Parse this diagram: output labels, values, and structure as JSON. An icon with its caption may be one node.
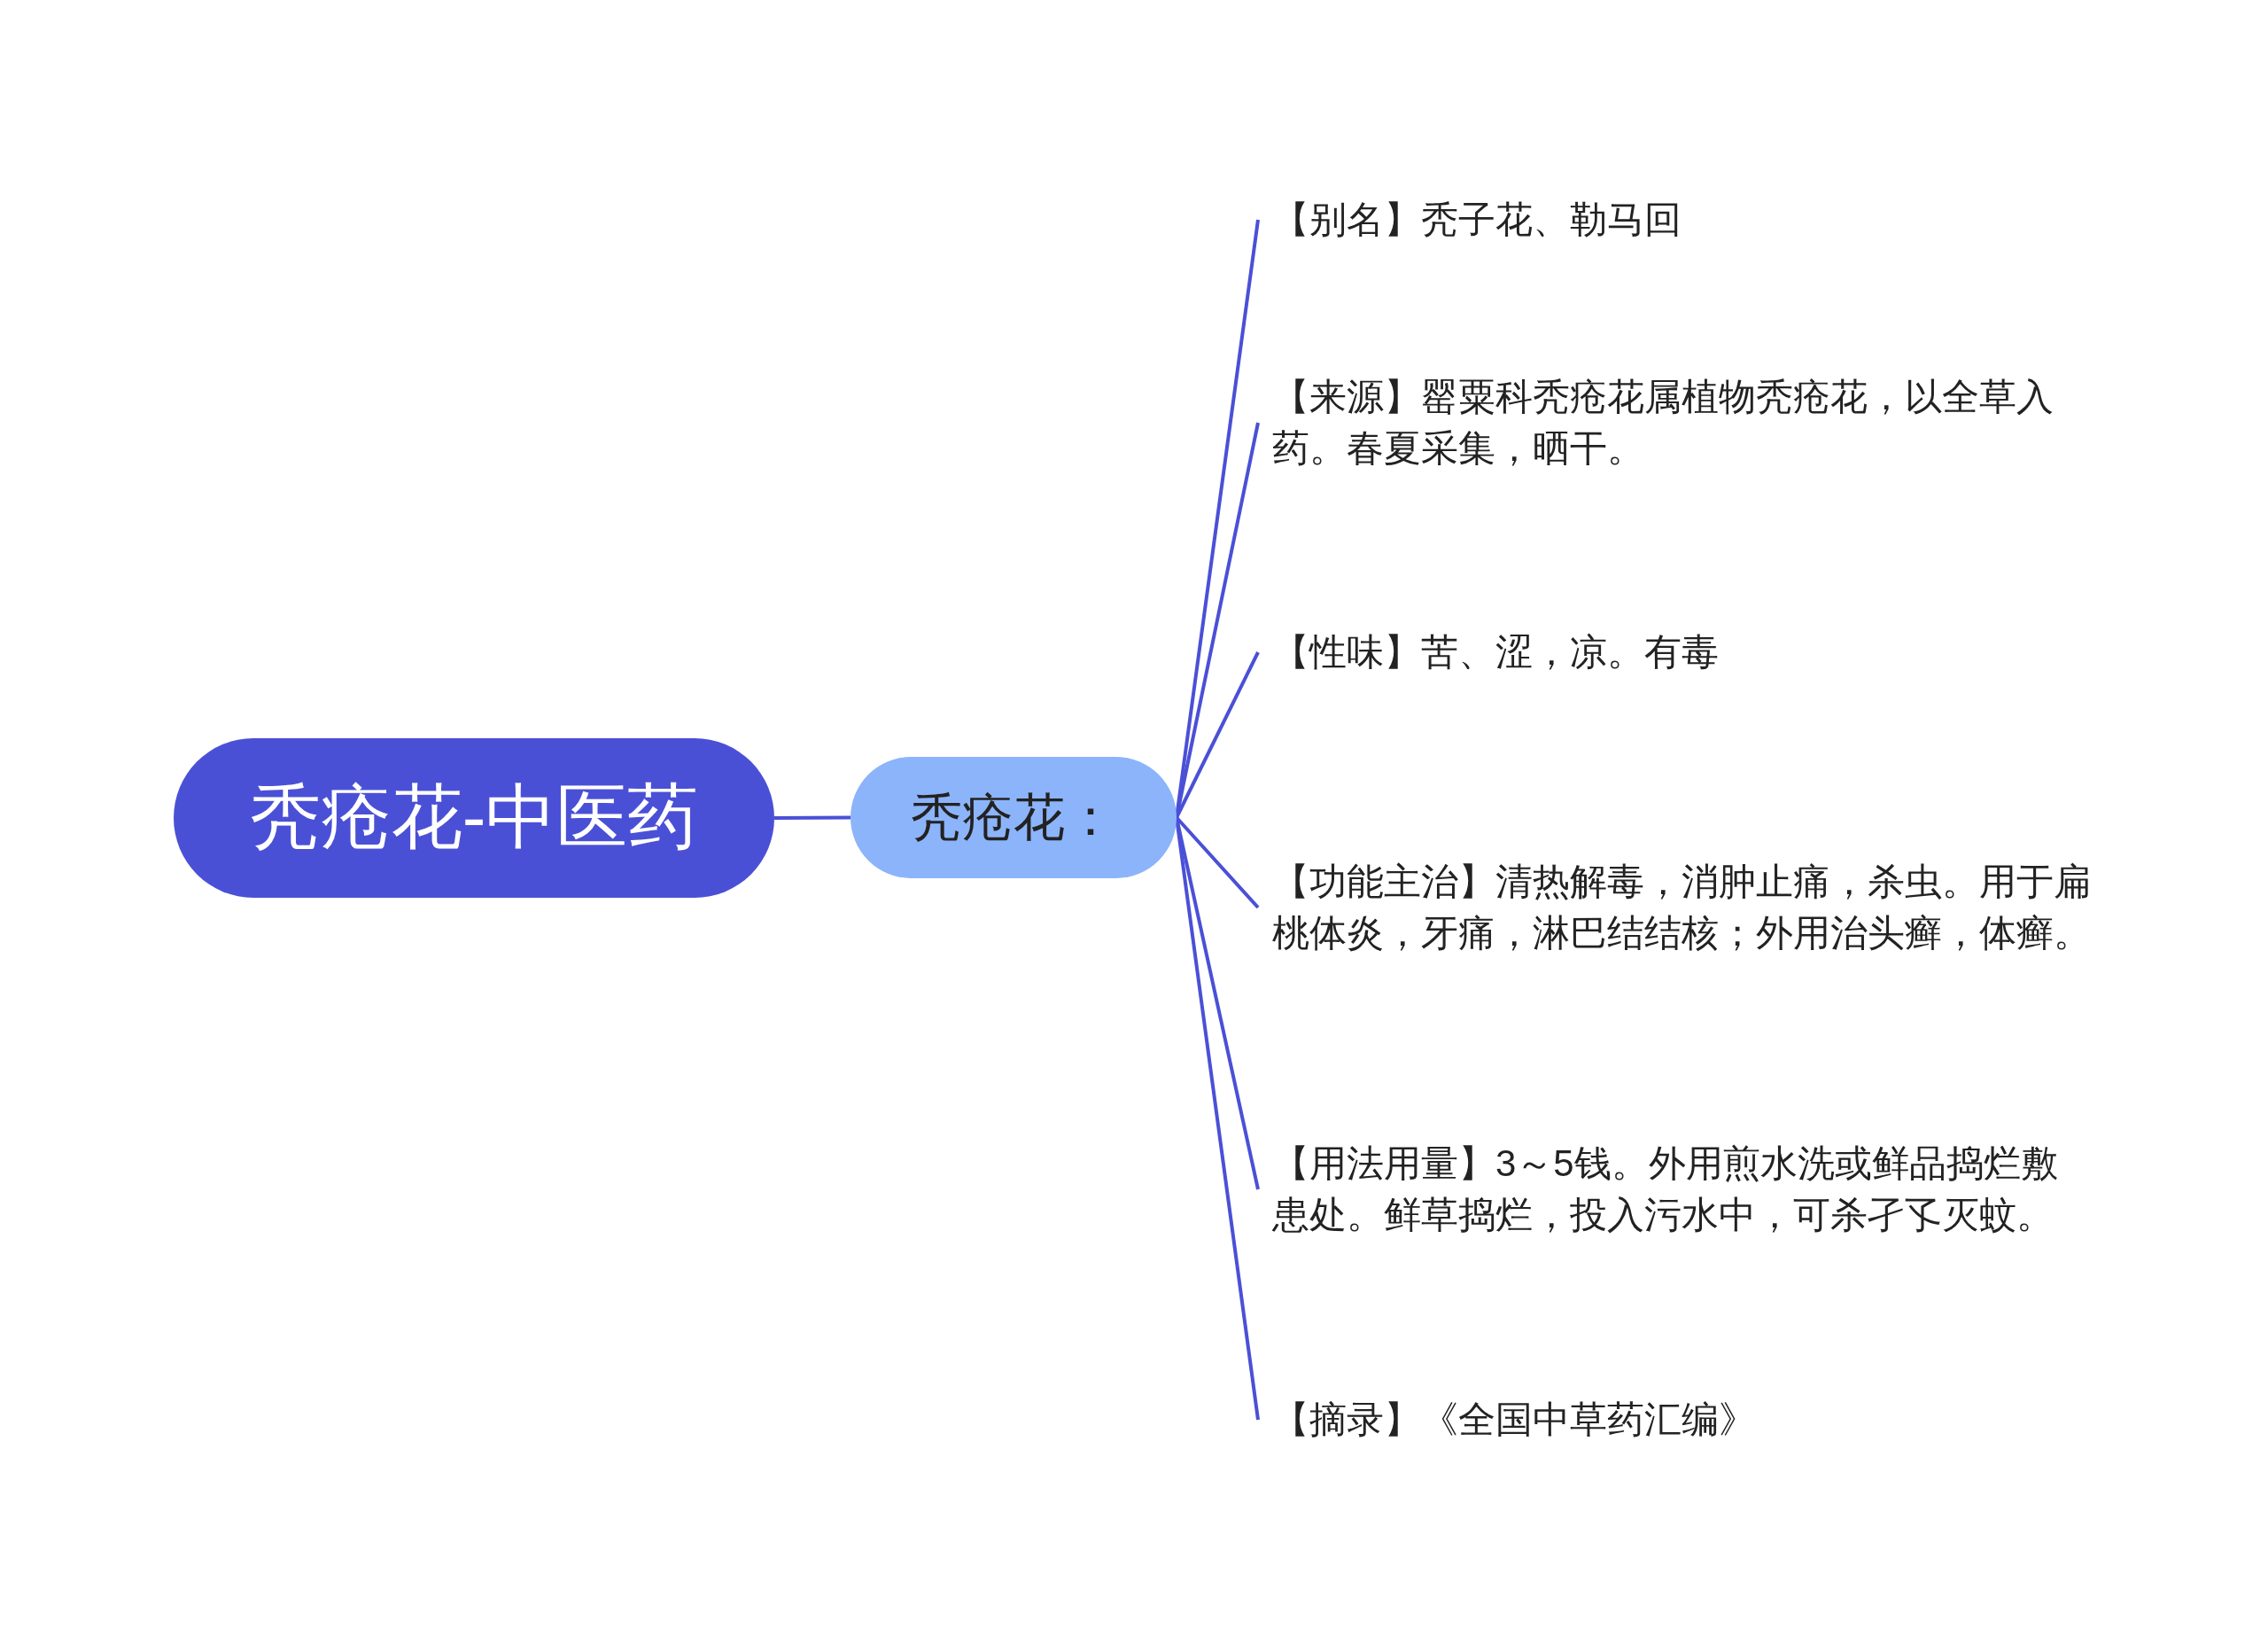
{
  "diagram": {
    "nodes": [
      {
        "text": [
          "秃疮花-中医药"
        ]
      },
      {
        "text": [
          "秃疮花："
        ]
      },
      {
        "text": [
          "【别名】秃子花、勒马回"
        ]
      },
      {
        "text": [
          "【来源】罂粟科秃疮花属植物秃疮花，以全草入药。春夏采集，晒干。"
        ]
      },
      {
        "text": [
          "【性味】苦、涩，凉。有毒"
        ]
      },
      {
        "text": [
          "【功能主治】清热解毒，消肿止痛，杀虫。用于扁桃体炎，牙痛，淋巴结结核；外用治头癣，体癣。"
        ]
      },
      {
        "text": [
          "【用法用量】3～5钱。外用煎水洗或鲜品捣烂敷患处。鲜草捣烂，投入污水中，可杀孑孓灭蚊。"
        ]
      },
      {
        "text": [
          "【摘录】《全国中草药汇编》"
        ]
      }
    ],
    "edges": [
      {
        "from": 0,
        "to": 1,
        "arrow": "none"
      },
      {
        "from": 1,
        "to": 2,
        "arrow": "none"
      },
      {
        "from": 1,
        "to": 3,
        "arrow": "none"
      },
      {
        "from": 1,
        "to": 4,
        "arrow": "none"
      },
      {
        "from": 1,
        "to": 5,
        "arrow": "none"
      },
      {
        "from": 1,
        "to": 6,
        "arrow": "none"
      },
      {
        "from": 1,
        "to": 7,
        "arrow": "none"
      }
    ]
  }
}
